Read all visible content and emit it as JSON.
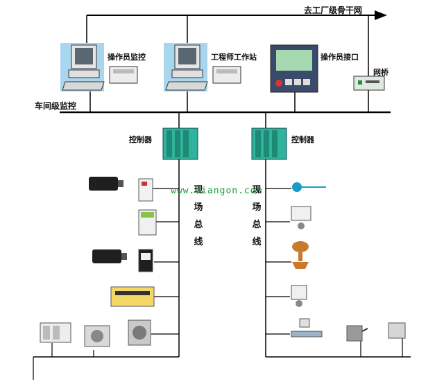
{
  "labels": {
    "backbone": "去工厂级骨干网",
    "operator_monitor": "操作员监控",
    "engineer_station": "工程师工作站",
    "operator_interface": "操作员接口",
    "bridge": "网桥",
    "workshop_monitor": "车间级监控",
    "controller_left": "控制器",
    "controller_right": "控制器",
    "fieldbus_left": "现场总线",
    "fieldbus_right": "现场总线",
    "watermark": "www.diangon.com"
  },
  "colors": {
    "line": "#000000",
    "screen_bg": "#9fd0ec",
    "controller": "#2fb39a",
    "controller_dark": "#1d8a75",
    "watermark": "#1a9a3a"
  }
}
